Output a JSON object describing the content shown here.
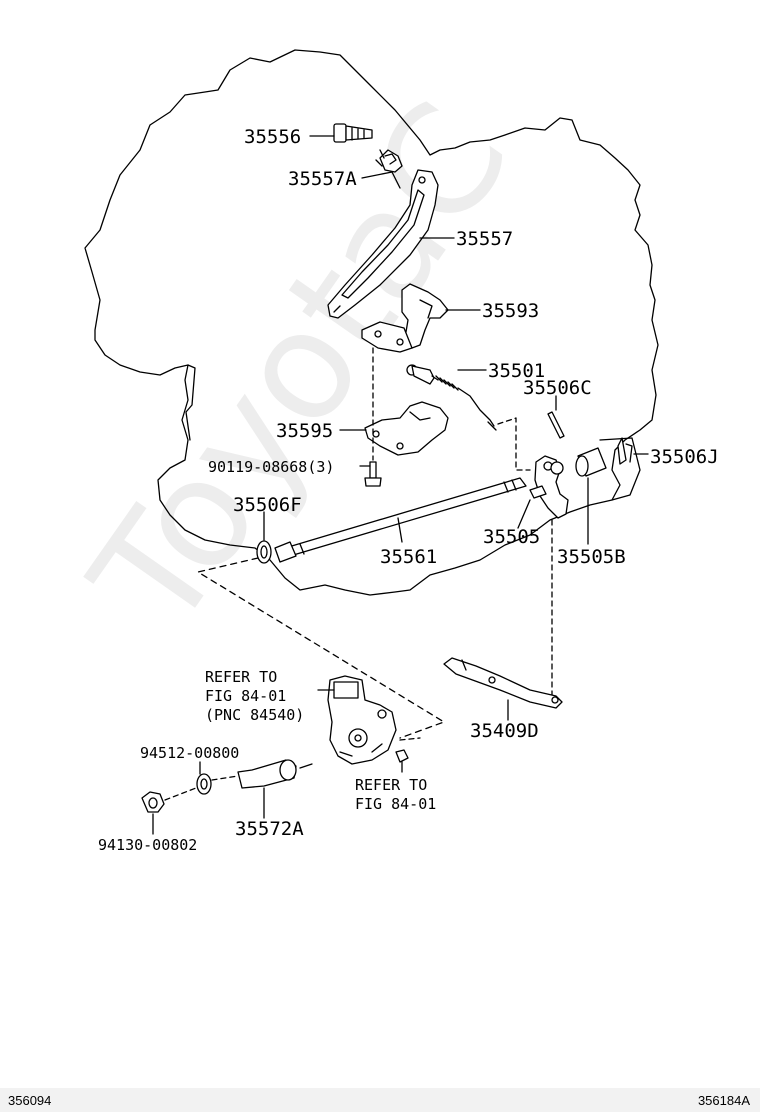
{
  "watermark": "ToyotaC",
  "parts": {
    "p35556": "35556",
    "p35557A": "35557A",
    "p35557": "35557",
    "p35593": "35593",
    "p35501": "35501",
    "p35506C": "35506C",
    "p35595": "35595",
    "p35506J": "35506J",
    "p90119": "90119-08668(3)",
    "p35506F": "35506F",
    "p35505": "35505",
    "p35561": "35561",
    "p35505B": "35505B",
    "p35409D": "35409D",
    "p94512": "94512-00800",
    "p94130": "94130-00802",
    "p35572A": "35572A"
  },
  "refs": {
    "ref1_l1": "REFER TO",
    "ref1_l2": "FIG 84-01",
    "ref1_l3": "(PNC 84540)",
    "ref2_l1": "REFER TO",
    "ref2_l2": "FIG 84-01"
  },
  "footer": {
    "left_code": "356094",
    "right_code": "356184A"
  },
  "colors": {
    "line": "#000000",
    "watermark": "#ededed",
    "footer_bg": "#f2f2f2"
  }
}
